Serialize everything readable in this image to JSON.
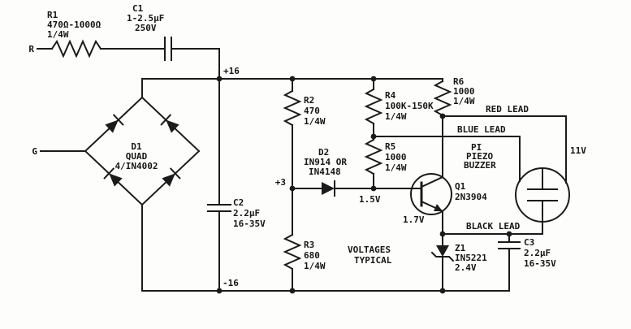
{
  "schematic": {
    "terminals": {
      "r": "R",
      "g": "G"
    },
    "rails": {
      "positive": "+16",
      "negative": "-16"
    },
    "nodes": {
      "bias": "+3",
      "base_v": "1.5V",
      "emitter_v": "1.7V",
      "red_v": "11V"
    },
    "leads": {
      "red": "RED LEAD",
      "blue": "BLUE LEAD",
      "black": "BLACK LEAD"
    },
    "note": {
      "line1": "VOLTAGES",
      "line2": "TYPICAL"
    },
    "components": {
      "r1": {
        "ref": "R1",
        "value": "470Ω-1000Ω",
        "rating": "1/4W"
      },
      "c1": {
        "ref": "C1",
        "value": "1-2.5µF",
        "rating": "250V"
      },
      "d1": {
        "ref": "D1",
        "value": "QUAD",
        "part": "4/IN4002"
      },
      "c2": {
        "ref": "C2",
        "value": "2.2µF",
        "rating": "16-35V"
      },
      "r2": {
        "ref": "R2",
        "value": "470",
        "rating": "1/4W"
      },
      "r3": {
        "ref": "R3",
        "value": "680",
        "rating": "1/4W"
      },
      "d2": {
        "ref": "D2",
        "value": "IN914 OR",
        "part": "IN4148"
      },
      "r4": {
        "ref": "R4",
        "value": "100K-150K",
        "rating": "1/4W"
      },
      "r5": {
        "ref": "R5",
        "value": "1000",
        "rating": "1/4W"
      },
      "r6": {
        "ref": "R6",
        "value": "1000",
        "rating": "1/4W"
      },
      "q1": {
        "ref": "Q1",
        "part": "2N3904"
      },
      "p1": {
        "ref": "PI",
        "type_line1": "PIEZO",
        "type_line2": "BUZZER"
      },
      "z1": {
        "ref": "Z1",
        "part": "IN5221",
        "value": "2.4V"
      },
      "c3": {
        "ref": "C3",
        "value": "2.2µF",
        "rating": "16-35V"
      }
    }
  }
}
